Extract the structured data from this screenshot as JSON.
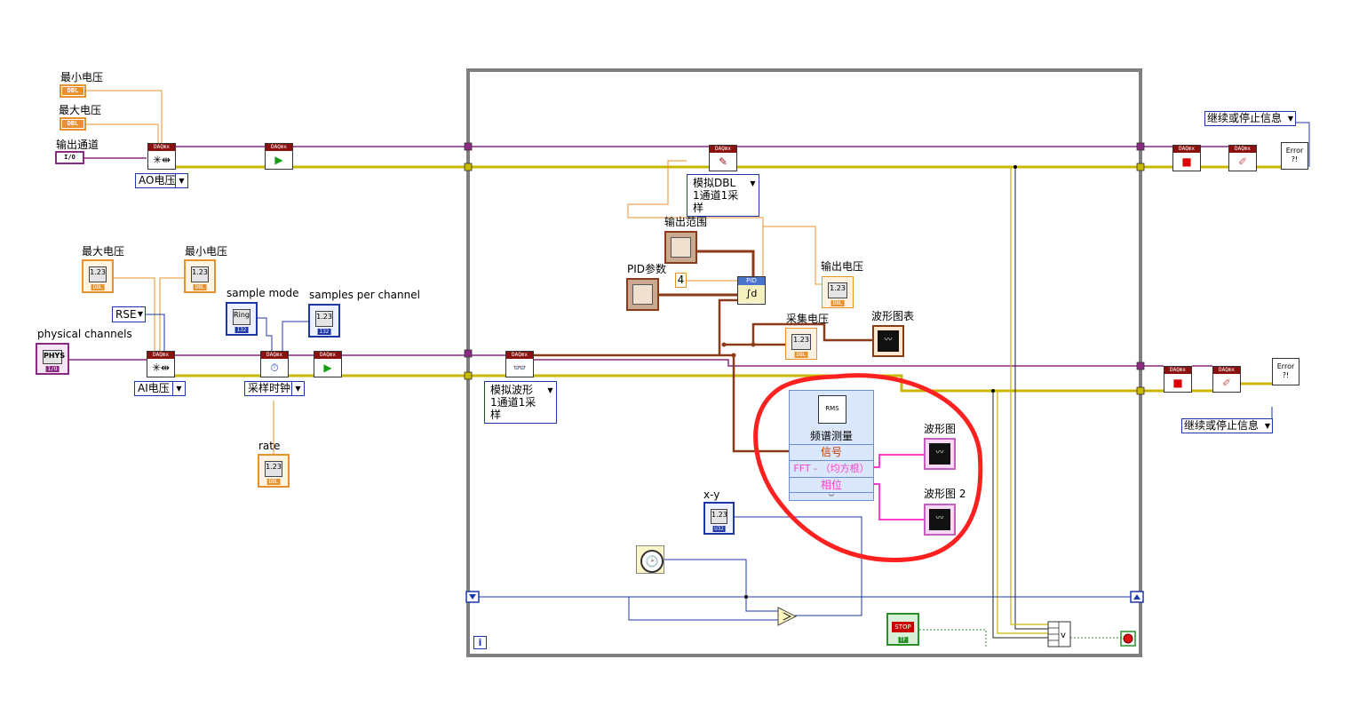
{
  "colors": {
    "orange": "#e8922e",
    "blue": "#1d37a8",
    "purple": "#8b2a83",
    "pink": "#ff3ecf",
    "brown": "#8b3a1a",
    "error": "#c9b800",
    "highlight": "#ff2020"
  },
  "ao": {
    "min_voltage": "最小电压",
    "max_voltage": "最大电压",
    "output_channel": "输出通道",
    "io_tag": "I/O",
    "dbl_tag": "DBL",
    "mode": "AO电压"
  },
  "ai": {
    "max_voltage": "最大电压",
    "min_voltage": "最小电压",
    "rse": "RSE",
    "physical_channels": "physical channels",
    "phys_tag": "PHYS",
    "io_tag": "I/O",
    "sample_mode": "sample mode",
    "ring_tag": "Ring",
    "i32_tag": "I32",
    "samples_per_channel": "samples per channel",
    "value_123": "1.23",
    "mode": "AI电压",
    "timing": "采样时钟",
    "rate": "rate",
    "dbl_tag": "DBL"
  },
  "daq_label": "DAQmx",
  "loop": {
    "write_poly_line1": "模拟DBL",
    "write_poly_line2": "1通道1采样",
    "read_poly_line1": "模拟波形",
    "read_poly_line2": "1通道1采样",
    "output_range": "输出范围",
    "pid_params": "PID参数",
    "pid": "PID",
    "const_4": "4",
    "output_voltage": "输出电压",
    "acq_voltage": "采集电压",
    "waveform_chart": "波形图表",
    "value_123": "1.23",
    "dbl_tag": "DBL",
    "u32_tag": "U32",
    "spectrum": {
      "title": "频谱测量",
      "rms": "RMS",
      "signal": "信号",
      "fft": "FFT - （均方根）",
      "phase": "相位"
    },
    "waveform_graph": "波形图",
    "waveform_graph2": "波形图 2",
    "xy": "x-y",
    "stop": "STOP",
    "tf": "TF",
    "iteration": "i"
  },
  "right": {
    "continue_top": "继续或停止信息",
    "continue_bottom": "继续或停止信息",
    "error": "Error"
  }
}
